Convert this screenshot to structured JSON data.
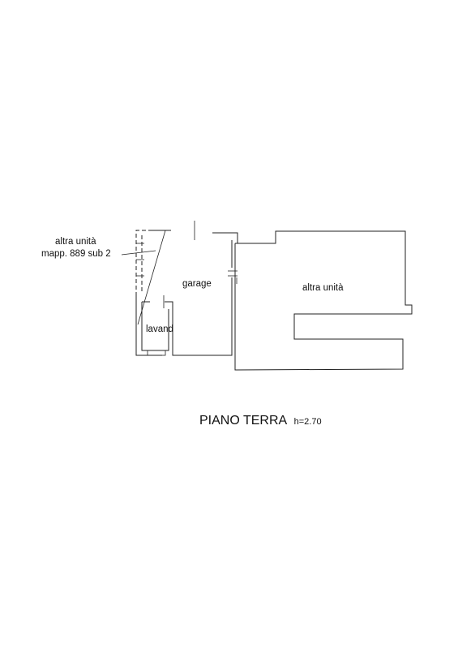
{
  "labels": {
    "other_unit_left_line1": "altra unità",
    "other_unit_left_line2": "mapp. 889 sub 2",
    "garage": "garage",
    "laundry": "lavand",
    "other_unit_right": "altra unità"
  },
  "caption": {
    "title": "PIANO TERRA",
    "height_note": "h=2.70"
  },
  "colors": {
    "line": "#222222",
    "text": "#111111",
    "background": "#ffffff"
  }
}
